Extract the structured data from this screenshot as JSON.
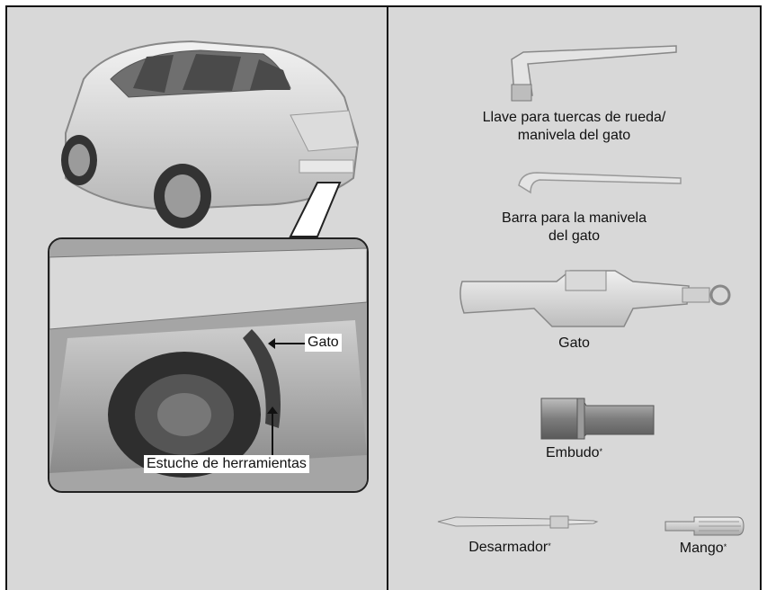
{
  "left_panel": {
    "callout_jack": "Gato",
    "callout_toolkit": "Estuche de herramientas"
  },
  "right_panel": {
    "wrench_label_line1": "Llave para tuercas de rueda/",
    "wrench_label_line2": "manivela del gato",
    "bar_label_line1": "Barra para la manivela",
    "bar_label_line2": "del gato",
    "jack_label": "Gato",
    "funnel_label": "Embudo",
    "screwdriver_label": "Desarmador",
    "handle_label": "Mango",
    "asterisk": "*"
  }
}
